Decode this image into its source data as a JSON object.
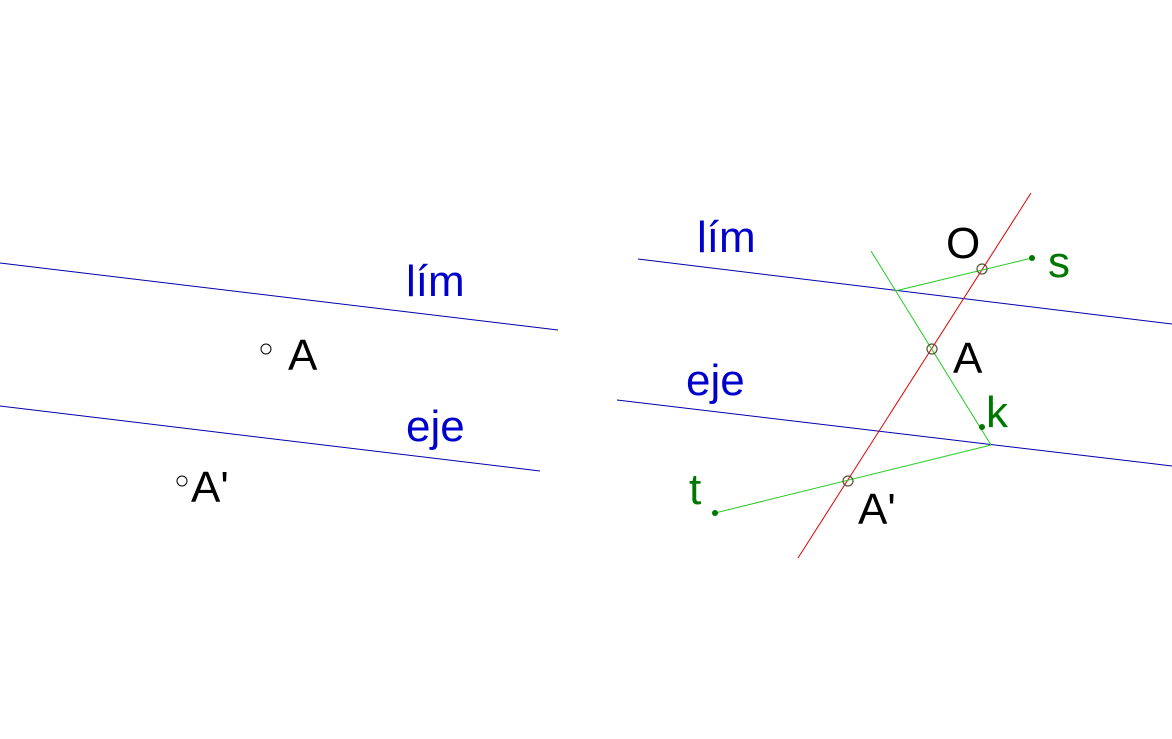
{
  "left_figure": {
    "labels": {
      "lim": "lím",
      "eje": "eje",
      "point_a": "A",
      "point_a_prime": "A'"
    }
  },
  "right_figure": {
    "labels": {
      "lim": "lím",
      "eje": "eje",
      "point_o": "O",
      "point_a": "A",
      "point_a_prime": "A'",
      "point_s": "s",
      "point_k": "k",
      "point_t": "t"
    }
  },
  "colors": {
    "axis_lines": "#0000aa",
    "construction_lines": "#22cc22",
    "center_line": "#dd0000",
    "line_labels": "#0000cc",
    "point_labels": "#000000",
    "aux_point_labels": "#007700"
  }
}
